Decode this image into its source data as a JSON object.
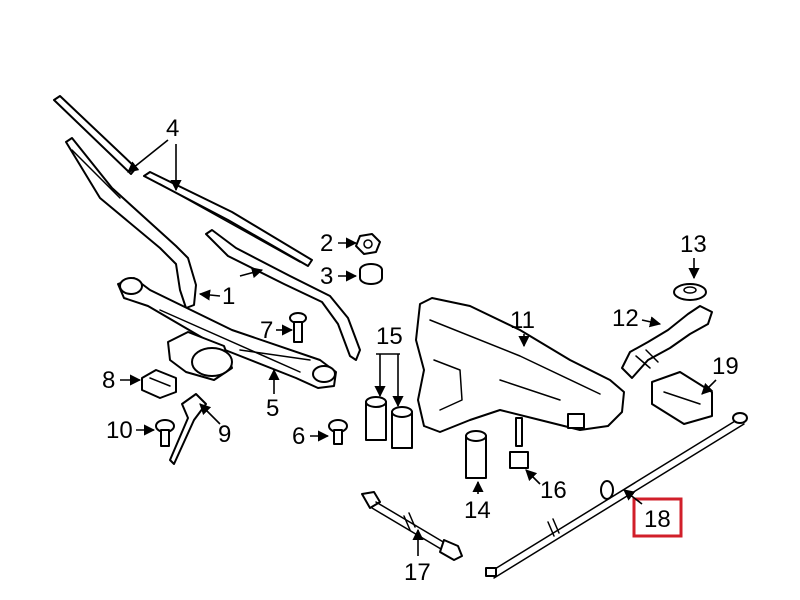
{
  "diagram": {
    "callouts": {
      "c1": "1",
      "c2": "2",
      "c3": "3",
      "c4": "4",
      "c5": "5",
      "c6": "6",
      "c7": "7",
      "c8": "8",
      "c9": "9",
      "c10": "10",
      "c11": "11",
      "c12": "12",
      "c13": "13",
      "c14": "14",
      "c15": "15",
      "c16": "16",
      "c17": "17",
      "c18": "18",
      "c19": "19"
    },
    "highlighted_callout": "18",
    "highlight_color": "#d11f2a"
  }
}
